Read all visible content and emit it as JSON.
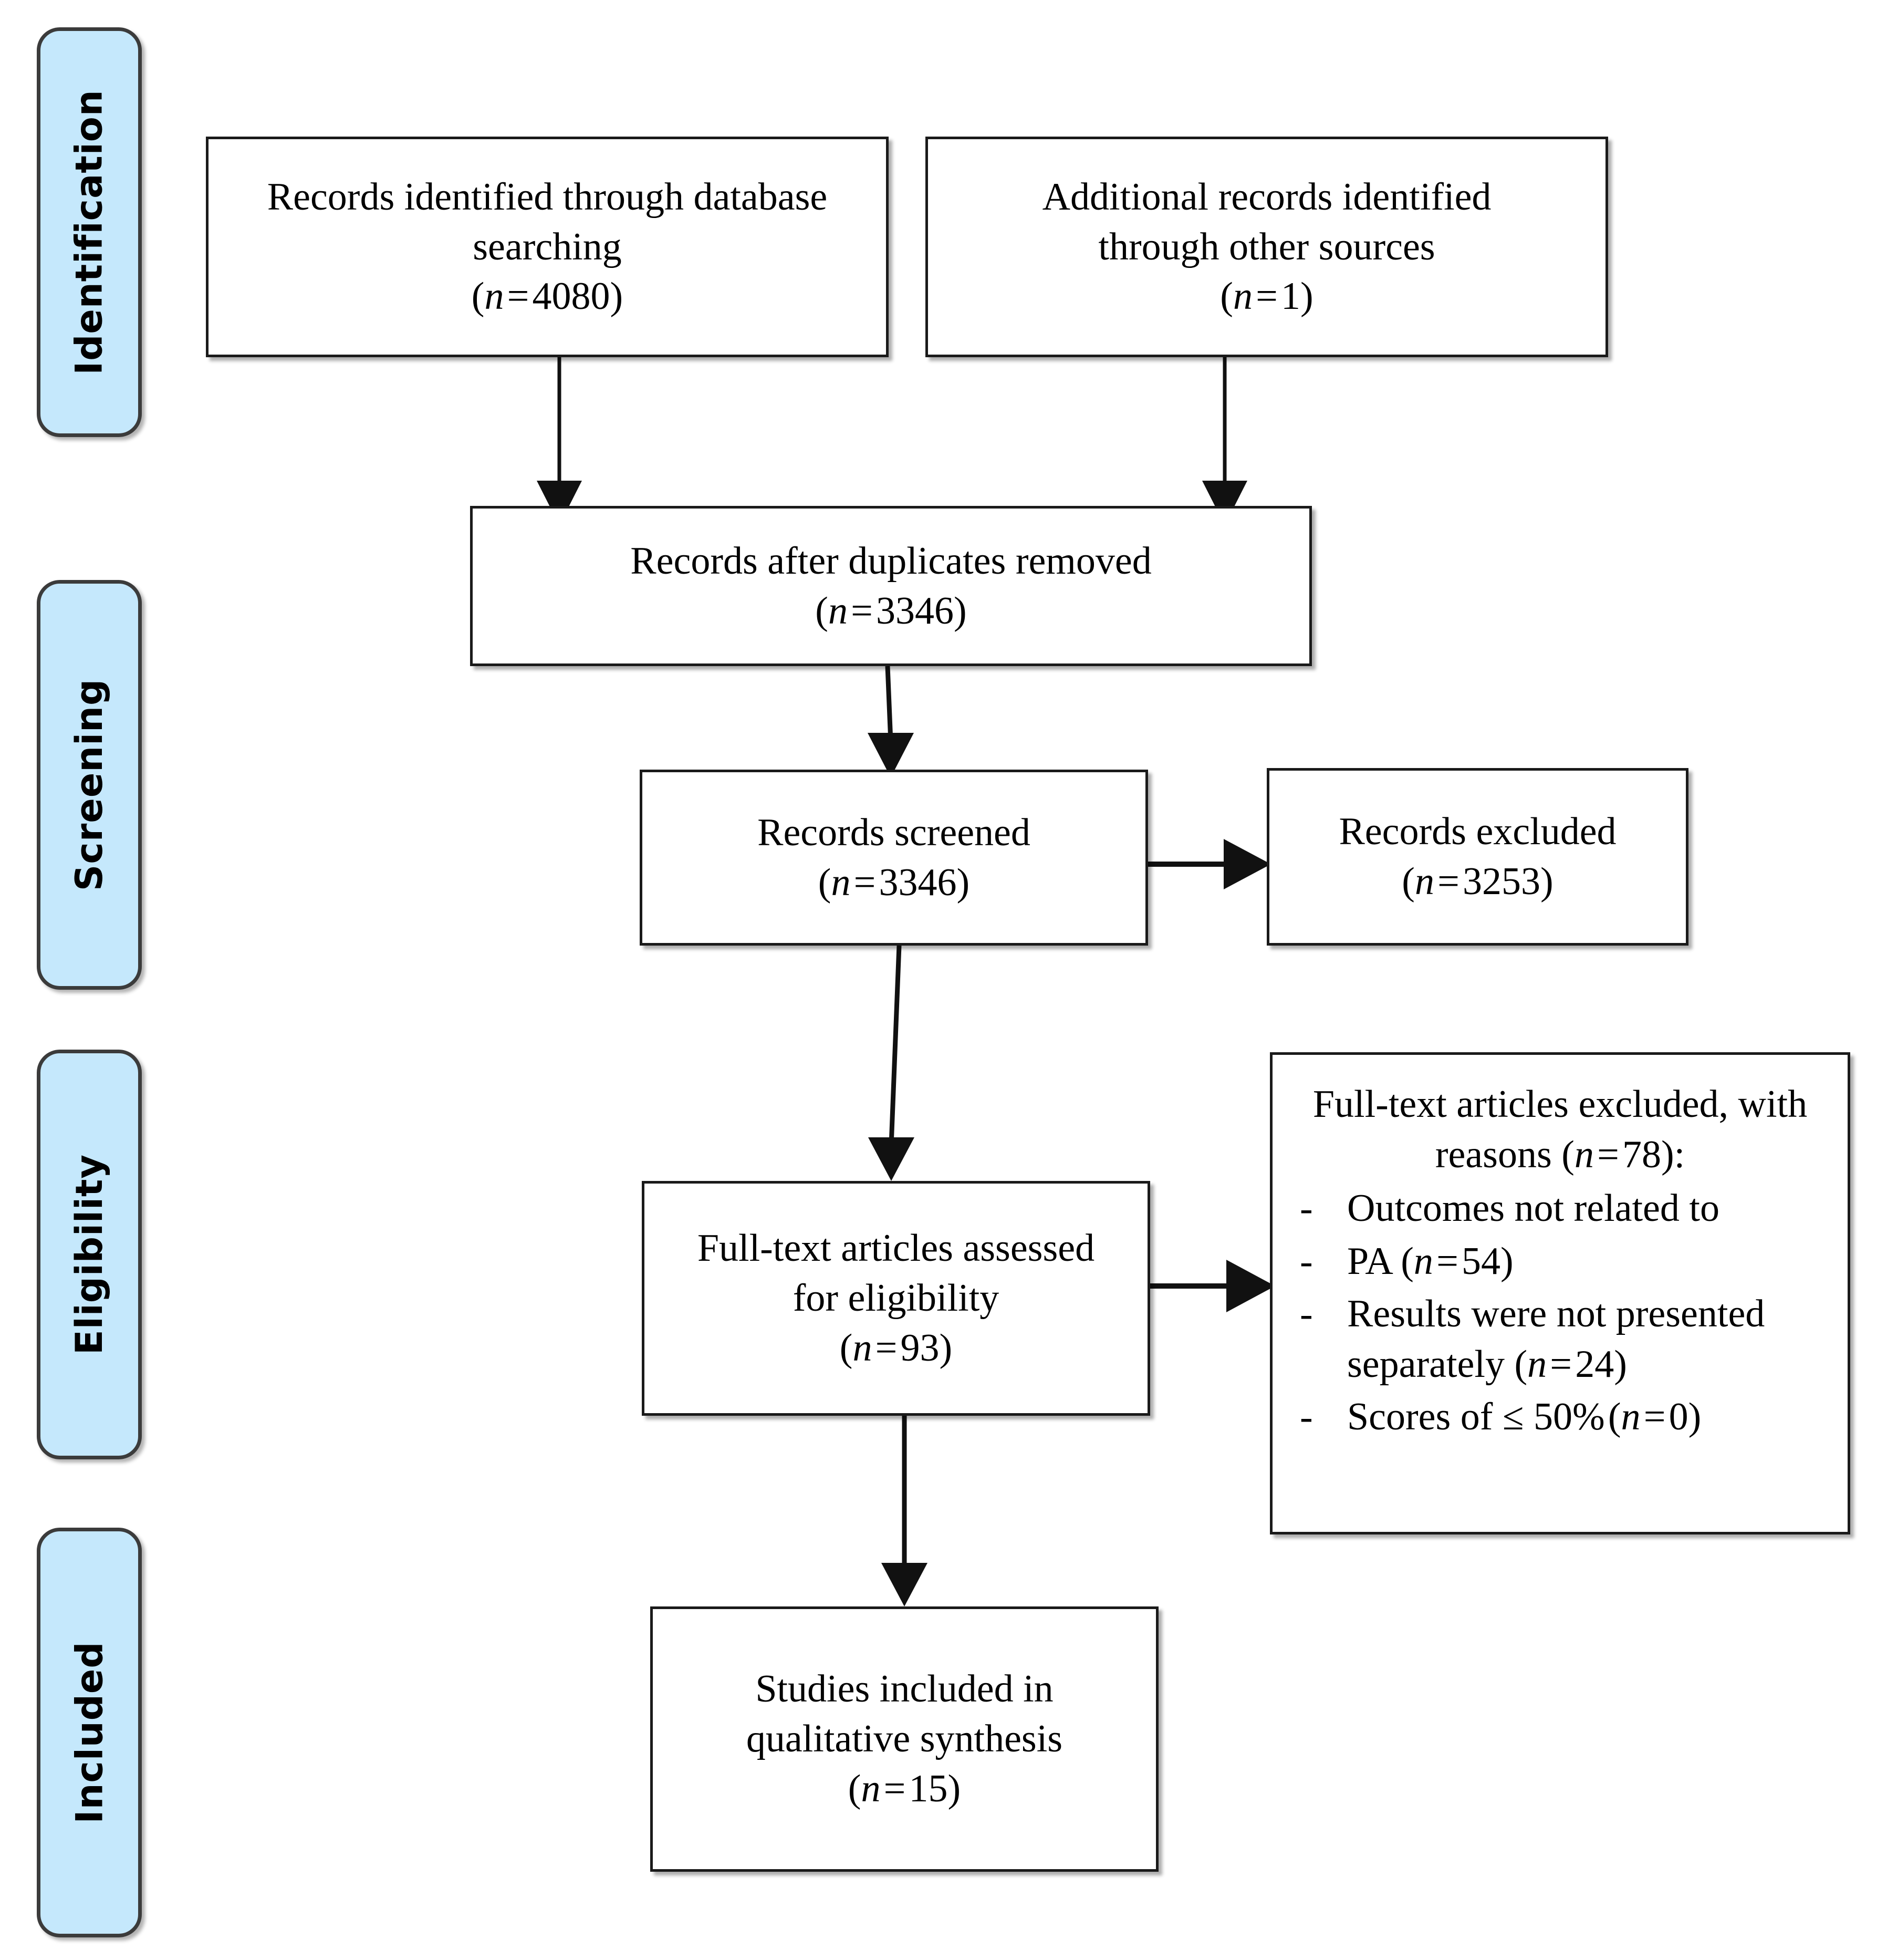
{
  "diagram": {
    "type": "prisma-flow-diagram",
    "background_color": "#ffffff",
    "accent_color": "#c5e8fc",
    "border_color": "#1a1a1a"
  },
  "stages": [
    {
      "id": "identification",
      "label": "Identification"
    },
    {
      "id": "screening",
      "label": "Screening"
    },
    {
      "id": "eligibility",
      "label": "Eligibility"
    },
    {
      "id": "included",
      "label": "Included"
    }
  ],
  "boxes": {
    "database_records": {
      "line1": "Records identified through database",
      "line2": "searching",
      "n_label": "n",
      "n_value": "4080",
      "count_line": "(n = 4080)"
    },
    "other_records": {
      "line1": "Additional records identified",
      "line2": "through other sources",
      "n_label": "n",
      "n_value": "1",
      "count_line": "(n = 1)"
    },
    "duplicates_removed": {
      "line1": "Records after duplicates removed",
      "n_label": "n",
      "n_value": "3346",
      "count_line": "(n = 3346)"
    },
    "records_screened": {
      "line1": "Records screened",
      "n_label": "n",
      "n_value": "3346",
      "count_line": "(n = 3346)"
    },
    "records_excluded": {
      "line1": "Records excluded",
      "n_label": "n",
      "n_value": "3253",
      "count_line": "(n = 3253)"
    },
    "fulltext_assessed": {
      "line1": "Full-text articles assessed",
      "line2": "for eligibility",
      "n_label": "n",
      "n_value": "93",
      "count_line": "(n = 93)"
    },
    "fulltext_excluded": {
      "heading_line1": "Full-text articles excluded, with",
      "heading_line2_prefix": "reasons (",
      "heading_n_label": "n",
      "heading_n_value": "78",
      "heading_line2_suffix": "):",
      "dash": "-",
      "reasons": [
        {
          "text": "Outcomes not related to",
          "n_label": "",
          "n_value": "",
          "count_line": ""
        },
        {
          "text": "PA",
          "n_label": "n",
          "n_value": "54",
          "count_line": "(n = 54)"
        },
        {
          "text": "Results were not presented separately",
          "n_label": "n",
          "n_value": "24",
          "count_line": "(n = 24)"
        },
        {
          "text": "Scores of ≤ 50%",
          "n_label": "n",
          "n_value": "0",
          "count_line": "(n = 0)"
        }
      ]
    },
    "studies_included": {
      "line1": "Studies included in",
      "line2": "qualitative synthesis",
      "n_label": "n",
      "n_value": "15",
      "count_line": "(n = 15)"
    }
  },
  "connectors": [
    {
      "id": "database-to-duplicates",
      "from": "database_records",
      "to": "duplicates_removed",
      "direction": "down"
    },
    {
      "id": "other-to-duplicates",
      "from": "other_records",
      "to": "duplicates_removed",
      "direction": "down"
    },
    {
      "id": "duplicates-to-screened",
      "from": "duplicates_removed",
      "to": "records_screened",
      "direction": "down"
    },
    {
      "id": "screened-to-excluded",
      "from": "records_screened",
      "to": "records_excluded",
      "direction": "right"
    },
    {
      "id": "screened-to-fulltext",
      "from": "records_screened",
      "to": "fulltext_assessed",
      "direction": "down"
    },
    {
      "id": "fulltext-to-excluded-reasons",
      "from": "fulltext_assessed",
      "to": "fulltext_excluded",
      "direction": "right"
    },
    {
      "id": "fulltext-to-included",
      "from": "fulltext_assessed",
      "to": "studies_included",
      "direction": "down"
    }
  ]
}
